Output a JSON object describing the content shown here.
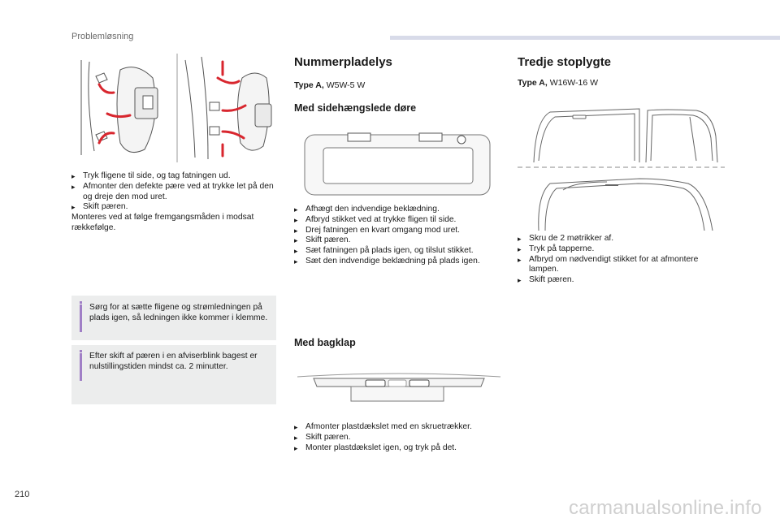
{
  "header": {
    "section": "Problemløsning",
    "accent_color": "#d8dbe9"
  },
  "footer": {
    "page_number": "210",
    "watermark": "carmanualsonline.info"
  },
  "left_column": {
    "steps": [
      "Tryk fligene til side, og tag fatningen ud.",
      "Afmonter den defekte pære ved at trykke let på den og dreje den mod uret.",
      "Skift pæren."
    ],
    "closing": "Monteres ved at følge fremgangsmåden i modsat rækkefølge.",
    "notes": [
      "Sørg for at sætte fligene og strømledningen på plads igen, så ledningen ikke kommer i klemme.",
      "Efter skift af pæren i en afviserblink bagest er nulstillingstiden mindst ca. 2 minutter."
    ],
    "note_color": "#a07fc6",
    "bullet_icon": "checkbox-arrow-icon"
  },
  "middle_column": {
    "title": "Nummerpladelys",
    "type_label": "Type A,",
    "type_value": "W5W-5 W",
    "side_doors": {
      "title": "Med sidehængslede døre",
      "steps": [
        "Afhægt den indvendige beklædning.",
        "Afbryd stikket ved at trykke fligen til side.",
        "Drej fatningen en kvart omgang mod uret.",
        "Skift pæren.",
        "Sæt fatningen på plads igen, og tilslut stikket.",
        "Sæt den indvendige beklædning på plads igen."
      ]
    },
    "tailgate": {
      "title": "Med bagklap",
      "steps": [
        "Afmonter plastdækslet med en skruetrækker.",
        "Skift pæren.",
        "Monter plastdækslet igen, og tryk på det."
      ]
    }
  },
  "right_column": {
    "title": "Tredje stoplygte",
    "type_label": "Type A,",
    "type_value": "W16W-16 W",
    "steps": [
      "Skru de 2 møtrikker af.",
      "Tryk på tapperne.",
      "Afbryd om nødvendigt stikket for at afmontere lampen.",
      "Skift pæren."
    ]
  },
  "illustration_colors": {
    "arrow": "#d8262e",
    "line": "#555555",
    "fill": "#f4f4f4"
  }
}
